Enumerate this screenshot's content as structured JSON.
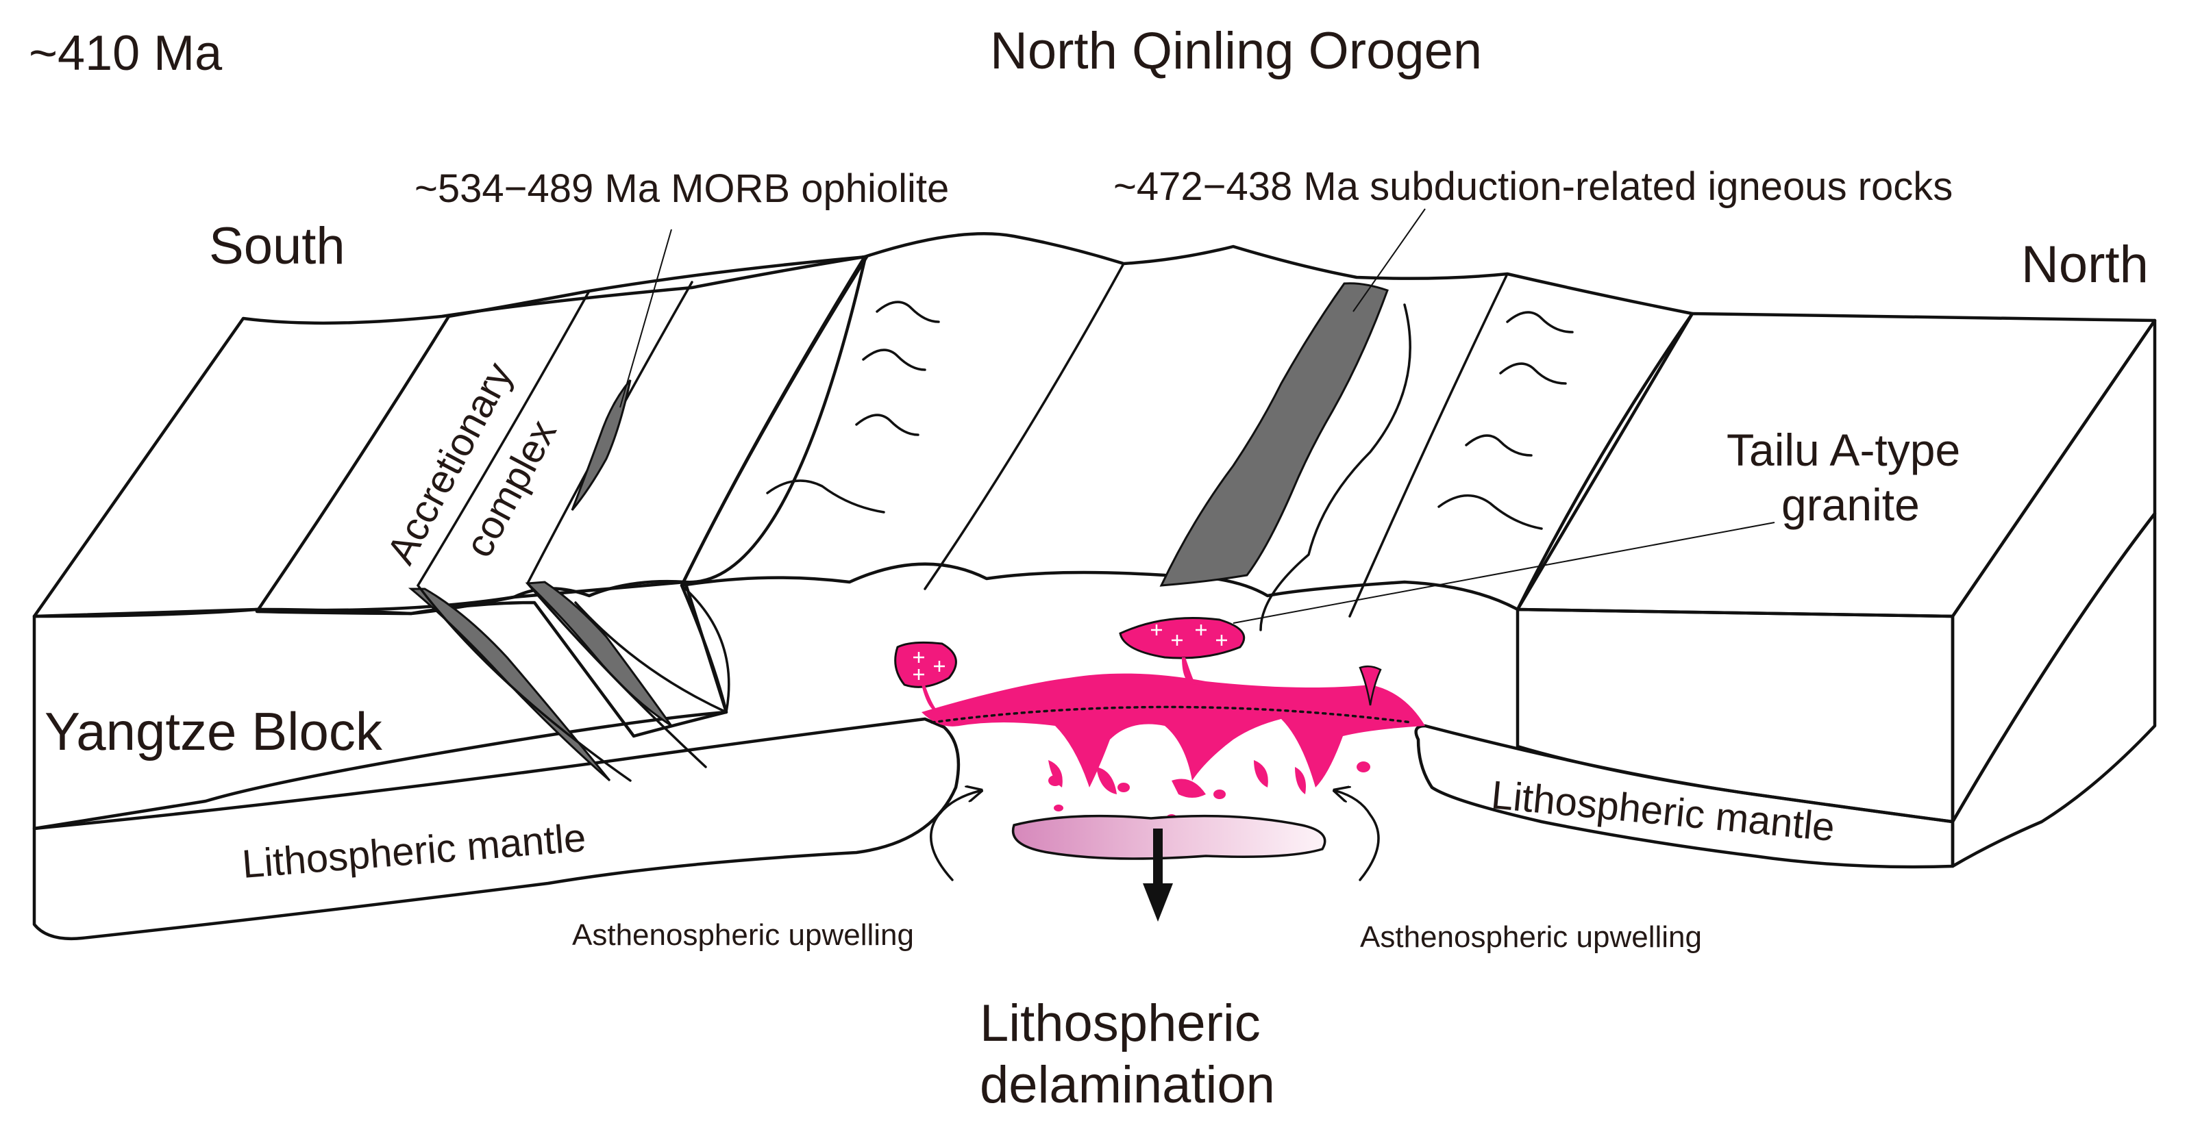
{
  "labels": {
    "age": "~410 Ma",
    "orogen": "North Qinling Orogen",
    "ophiolite": "~534−489 Ma MORB ophiolite",
    "subduction": "~472−438 Ma subduction-related igneous rocks",
    "south": "South",
    "north": "North",
    "accretionary_line1": "Accretionary",
    "accretionary_line2": "complex",
    "tailu_line1": "Tailu A-type",
    "tailu_line2": "granite",
    "yangtze": "Yangtze Block",
    "mantle_left": "Lithospheric mantle",
    "mantle_right": "Lithospheric mantle",
    "upwelling_left": "Asthenospheric upwelling",
    "upwelling_right": "Asthenospheric upwelling",
    "delamination_line1": "Lithospheric",
    "delamination_line2": "delamination"
  },
  "colors": {
    "magma": "#f2197d",
    "mantle_fill": "#b5b5b5",
    "ophiolite_fill": "#6e6e6e",
    "accretionary_fill": "#e3e3e3",
    "line": "#111111",
    "text": "#231815"
  }
}
